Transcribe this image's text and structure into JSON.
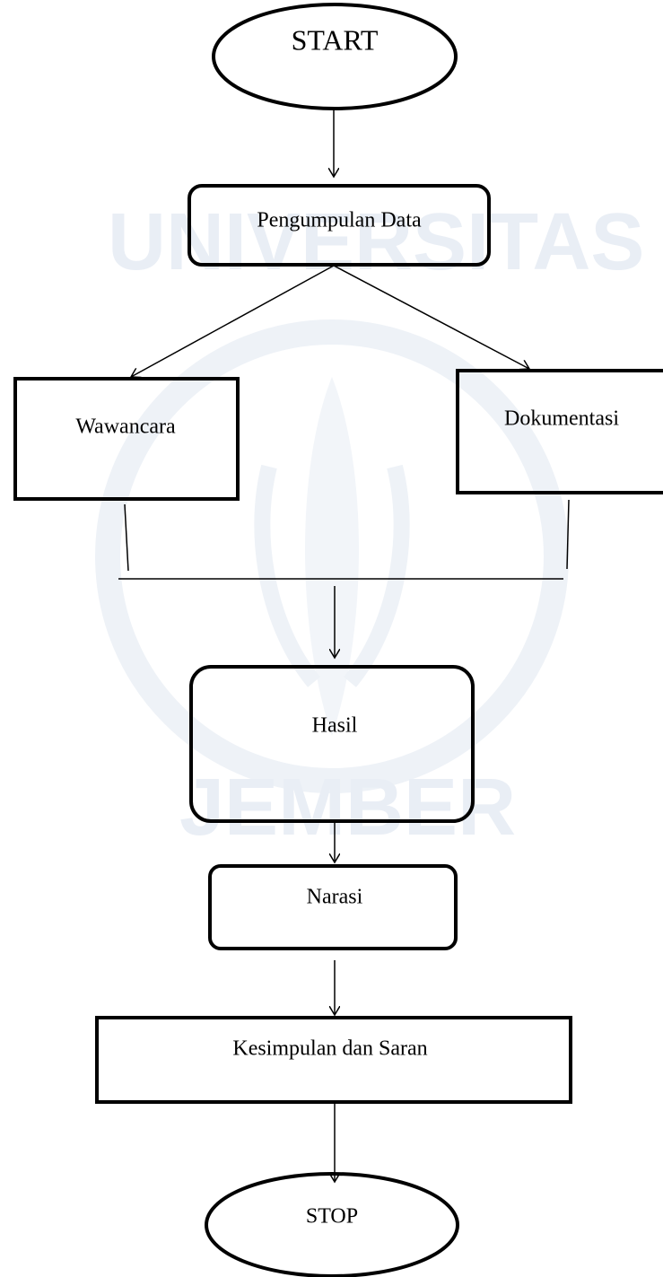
{
  "watermark": {
    "lettering": [
      "U",
      "N",
      "I",
      "V",
      "E",
      "R",
      "S",
      "I",
      "T",
      "A",
      "S",
      "J",
      "E",
      "M",
      "B",
      "E",
      "R"
    ]
  },
  "colors": {
    "stroke": "#000000",
    "watermark": "#e9eef5",
    "background": "#ffffff"
  },
  "nodes": {
    "start": "START",
    "pengumpulan": "Pengumpulan Data",
    "wawancara": "Wawancara",
    "dokumentasi": "Dokumentasi",
    "hasil": "Hasil",
    "narasi": "Narasi",
    "kesimpulan": "Kesimpulan dan Saran",
    "stop": "STOP"
  }
}
